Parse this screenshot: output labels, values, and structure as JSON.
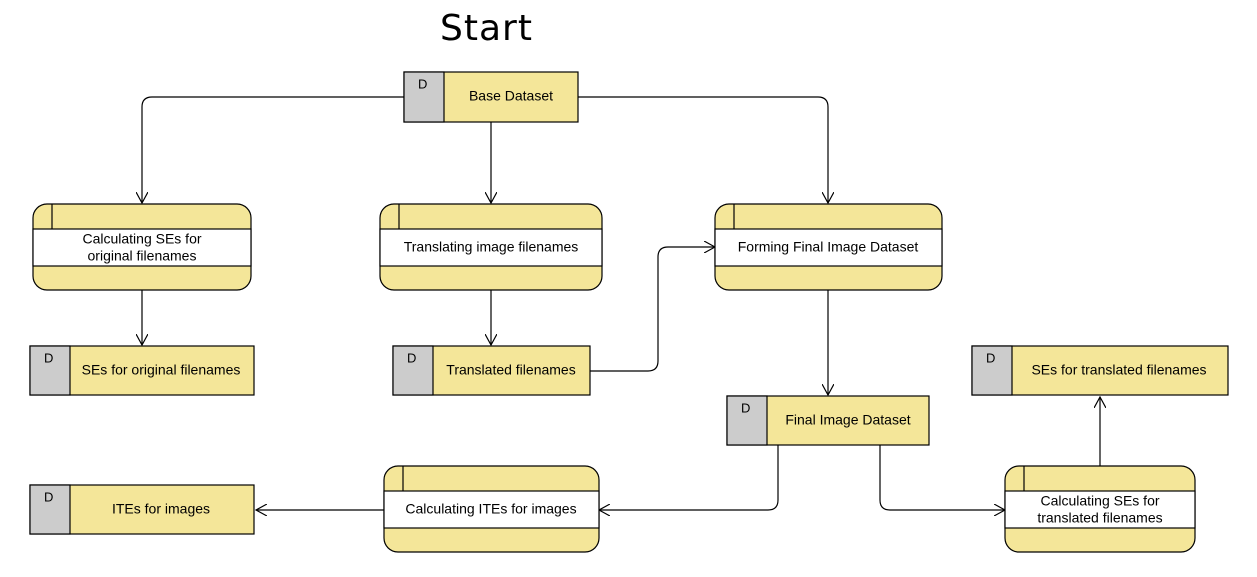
{
  "title": "Start",
  "store_letter": "D",
  "colors": {
    "fill": "#F4E699",
    "gray": "#CCCCCC",
    "stroke": "#000000"
  },
  "stores": {
    "base": "Base Dataset",
    "ses_orig": "SEs for original filenames",
    "translated": "Translated filenames",
    "final": "Final Image Dataset",
    "ses_trans": "SEs for translated filenames",
    "ites": "ITEs for images"
  },
  "processes": {
    "calc_ses_orig": [
      "Calculating SEs for",
      "original filenames"
    ],
    "translating": [
      "Translating image filenames"
    ],
    "forming": [
      "Forming Final Image Dataset"
    ],
    "calc_ites": [
      "Calculating ITEs for images"
    ],
    "calc_ses_trans": [
      "Calculating SEs for",
      "translated filenames"
    ]
  }
}
